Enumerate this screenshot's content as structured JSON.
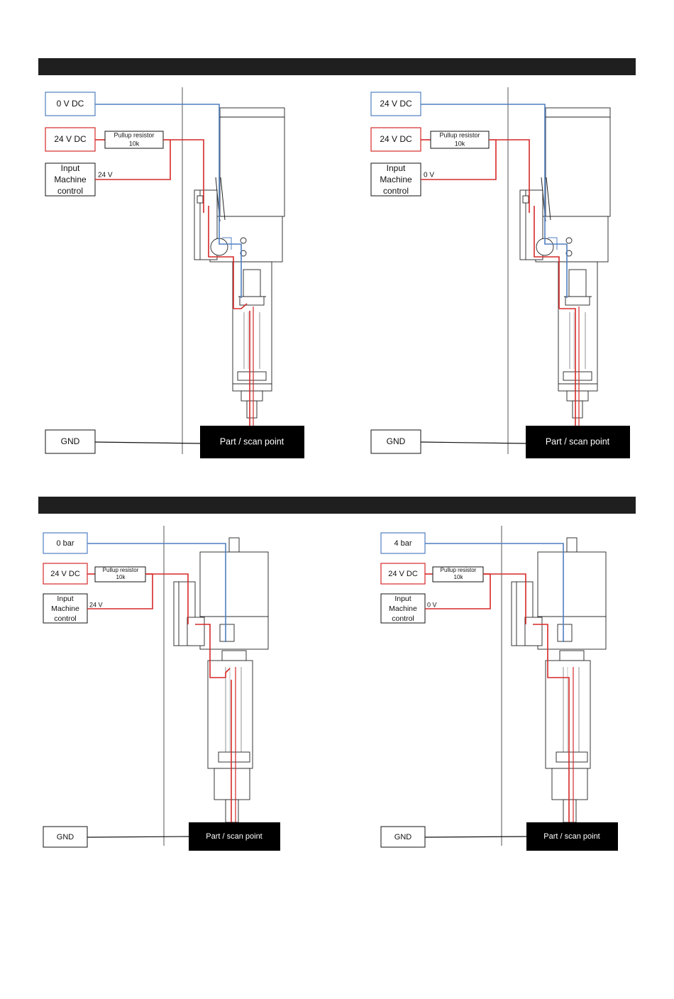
{
  "section_bars": [
    "",
    ""
  ],
  "panels": [
    {
      "id": "electric-off",
      "kind": "electric",
      "top_box": "0 V DC",
      "supply_box": "24 V DC",
      "resistor": [
        "Pullup resistor",
        "10k"
      ],
      "input_box": [
        "Input",
        "Machine",
        "control"
      ],
      "input_signal": "24 V",
      "gnd_box": "GND",
      "part_box": "Part / scan point",
      "switch_closed": false
    },
    {
      "id": "electric-on",
      "kind": "electric",
      "top_box": "24 V DC",
      "supply_box": "24 V DC",
      "resistor": [
        "Pullup resistor",
        "10k"
      ],
      "input_box": [
        "Input",
        "Machine",
        "control"
      ],
      "input_signal": "0 V",
      "gnd_box": "GND",
      "part_box": "Part / scan point",
      "switch_closed": true
    },
    {
      "id": "pneumatic-off",
      "kind": "pneumatic",
      "top_box": "0 bar",
      "supply_box": "24 V DC",
      "resistor": [
        "Pullup resistor",
        "10k"
      ],
      "input_box": [
        "Input",
        "Machine",
        "control"
      ],
      "input_signal": "24 V",
      "gnd_box": "GND",
      "part_box": "Part / scan point",
      "switch_closed": false
    },
    {
      "id": "pneumatic-on",
      "kind": "pneumatic",
      "top_box": "4 bar",
      "supply_box": "24 V DC",
      "resistor": [
        "Pullup resistor",
        "10k"
      ],
      "input_box": [
        "Input",
        "Machine",
        "control"
      ],
      "input_signal": "0 V",
      "gnd_box": "GND",
      "part_box": "Part / scan point",
      "switch_closed": true
    }
  ],
  "colors": {
    "blue": "#4f7fc0",
    "red": "#d62828",
    "black": "#111111",
    "gray": "#555555"
  }
}
